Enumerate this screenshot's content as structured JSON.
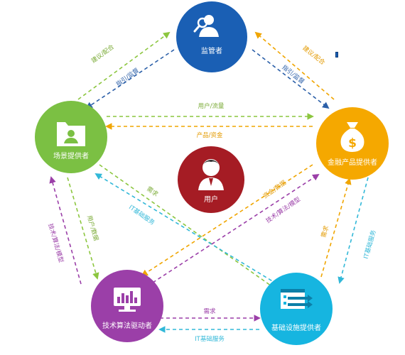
{
  "colors": {
    "regulator": "#1a5fb4",
    "scene": "#7bc043",
    "finance": "#f5a800",
    "user": "#a51c24",
    "tech": "#9b3fa8",
    "infra": "#16b5e0",
    "green": "#8cc63f",
    "orange": "#f0a500",
    "blue": "#2b5fa8",
    "cyan": "#32b8d8",
    "purple": "#9b3fa8"
  },
  "nodes": {
    "regulator": {
      "label": "监管者",
      "icon": "magnifier-person-icon"
    },
    "scene": {
      "label": "场景提供者",
      "icon": "folder-person-icon"
    },
    "finance": {
      "label": "金融产品提供者",
      "icon": "money-bag-icon"
    },
    "user": {
      "label": "用户",
      "icon": "user-icon"
    },
    "tech": {
      "label": "技术算法驱动者",
      "icon": "monitor-chart-icon"
    },
    "infra": {
      "label": "基础设施提供者",
      "icon": "network-screen-icon"
    }
  },
  "edges": {
    "scene_to_regulator": "建议/配合",
    "regulator_to_scene": "指引/监督",
    "finance_to_regulator": "建议/配合",
    "regulator_to_finance": "指引/监督",
    "scene_to_finance": "用户/流量",
    "finance_to_scene": "产品/资金",
    "user_demand_left": "需求",
    "it_service_left": "IT基础服务",
    "funds_data": "资金/数据",
    "tech_algo_model": "技术/算法/模型",
    "tech_to_scene": "技术/算法/模型",
    "scene_to_tech": "用户/数据",
    "infra_to_finance": "需求",
    "finance_it_service": "IT基础服务",
    "tech_to_infra": "需求",
    "infra_to_tech": "IT基础服务"
  }
}
